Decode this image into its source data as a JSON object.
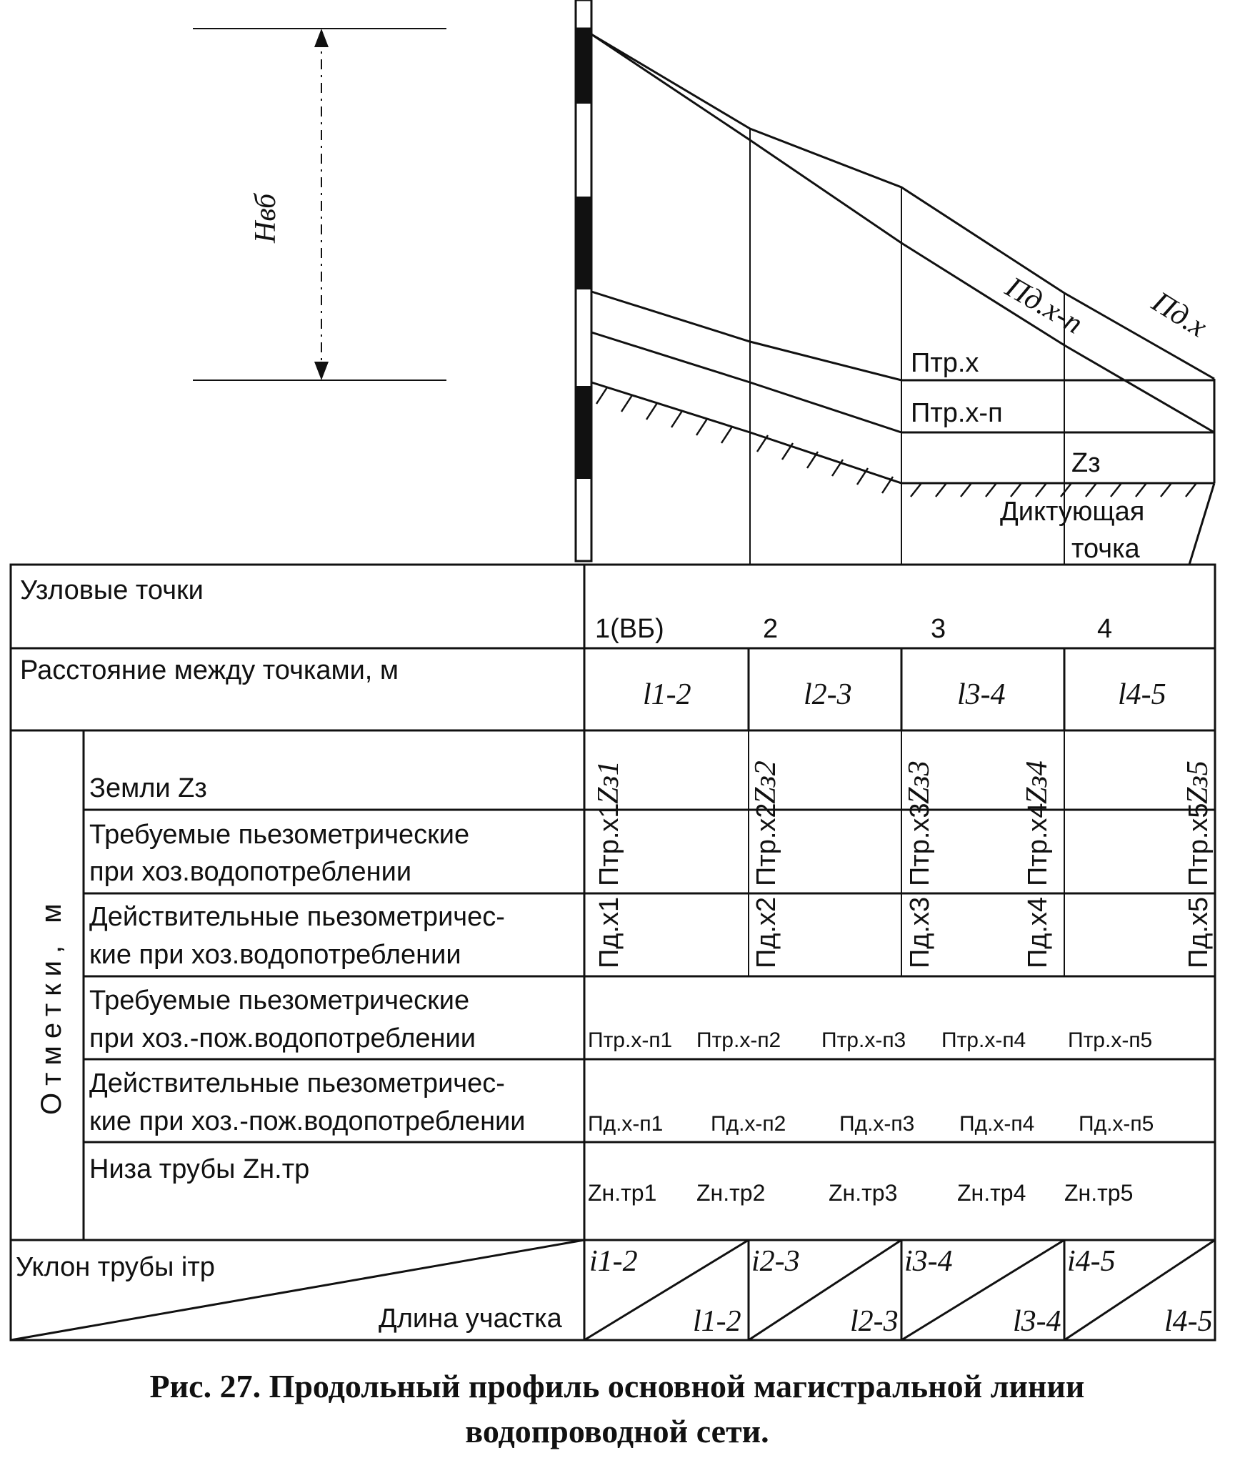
{
  "figure": {
    "hvb_label": "Нвб",
    "profile_labels": {
      "p_d_x_p": "Пд.х-п",
      "p_d_x": "Пд.х",
      "p_tr_x": "Птр.х",
      "p_tr_x_p": "Птр.х-п",
      "z_z": "Zз",
      "dictating_point_1": "Диктующая",
      "dictating_point_2": "точка"
    }
  },
  "table": {
    "nodes_header": "Узловые точки",
    "nodes": [
      "1(ВБ)",
      "2",
      "3",
      "4"
    ],
    "distance_header": "Расстояние между точками, м",
    "distances": [
      "l1-2",
      "l2-3",
      "l3-4",
      "l4-5"
    ],
    "marks_group": "Отметки, м",
    "rows": [
      {
        "label": "Земли Zз",
        "values": [
          "Zз1",
          "Zз2",
          "Zз3",
          "Zз4",
          "Zз5"
        ]
      },
      {
        "label_1": "Требуемые пьезометрические",
        "label_2": "при хоз.водопотреблении",
        "values": [
          "Птр.х1",
          "Птр.х2",
          "Птр.х3",
          "Птр.х4",
          "Птр.х5"
        ]
      },
      {
        "label_1": "Действительные пьезометричес-",
        "label_2": "кие при хоз.водопотреблении",
        "values": [
          "Пд.х1",
          "Пд.х2",
          "Пд.х3",
          "Пд.х4",
          "Пд.х5"
        ]
      },
      {
        "label_1": "Требуемые пьезометрические",
        "label_2": "при хоз.-пож.водопотреблении",
        "values": [
          "Птр.х-п1",
          "Птр.х-п2",
          "Птр.х-п3",
          "Птр.х-п4",
          "Птр.х-п5"
        ]
      },
      {
        "label_1": "Действительные пьезометричес-",
        "label_2": "кие при хоз.-пож.водопотреблении",
        "values": [
          "Пд.х-п1",
          "Пд.х-п2",
          "Пд.х-п3",
          "Пд.х-п4",
          "Пд.х-п5"
        ]
      },
      {
        "label": "Низа трубы Zн.тр",
        "values": [
          "Zн.тр1",
          "Zн.тр2",
          "Zн.тр3",
          "Zн.тр4",
          "Zн.тр5"
        ]
      }
    ],
    "slope_header": "Уклон трубы iтр",
    "length_header": "Длина участка",
    "slopes": [
      "i1-2",
      "i2-3",
      "i3-4",
      "i4-5"
    ],
    "lengths": [
      "l1-2",
      "l2-3",
      "l3-4",
      "l4-5"
    ]
  },
  "caption": {
    "line1": "Рис. 27. Продольный профиль основной магистральной линии",
    "line2": "водопроводной сети."
  }
}
